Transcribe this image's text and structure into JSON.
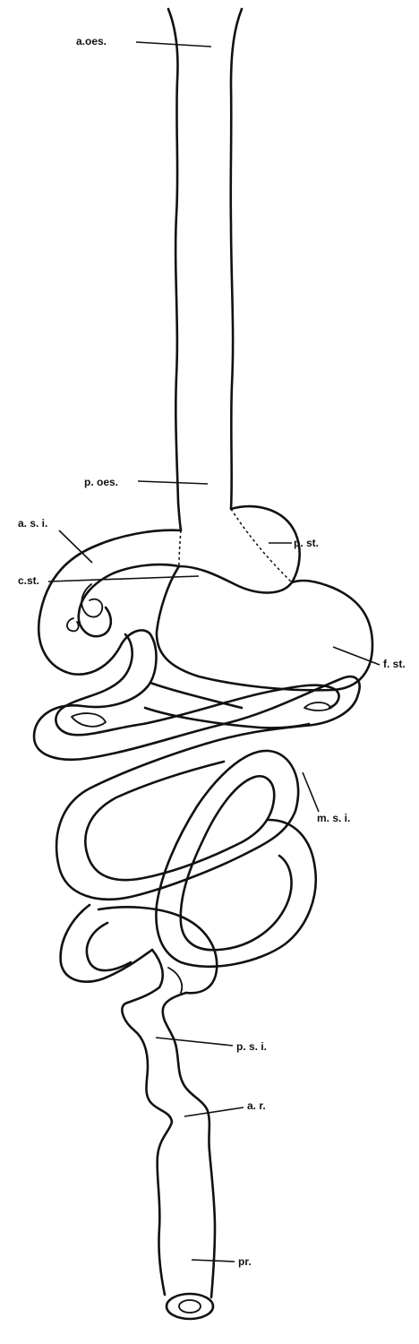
{
  "labels": {
    "a_oes": "a.oes.",
    "p_oes": "p. oes.",
    "a_s_i": "a. s. i.",
    "c_st": "c.st.",
    "p_st": "p. st.",
    "f_st": "f. st.",
    "m_s_i": "m. s. i.",
    "p_s_i": "p. s. i.",
    "a_r": "a. r.",
    "pr": "pr."
  }
}
